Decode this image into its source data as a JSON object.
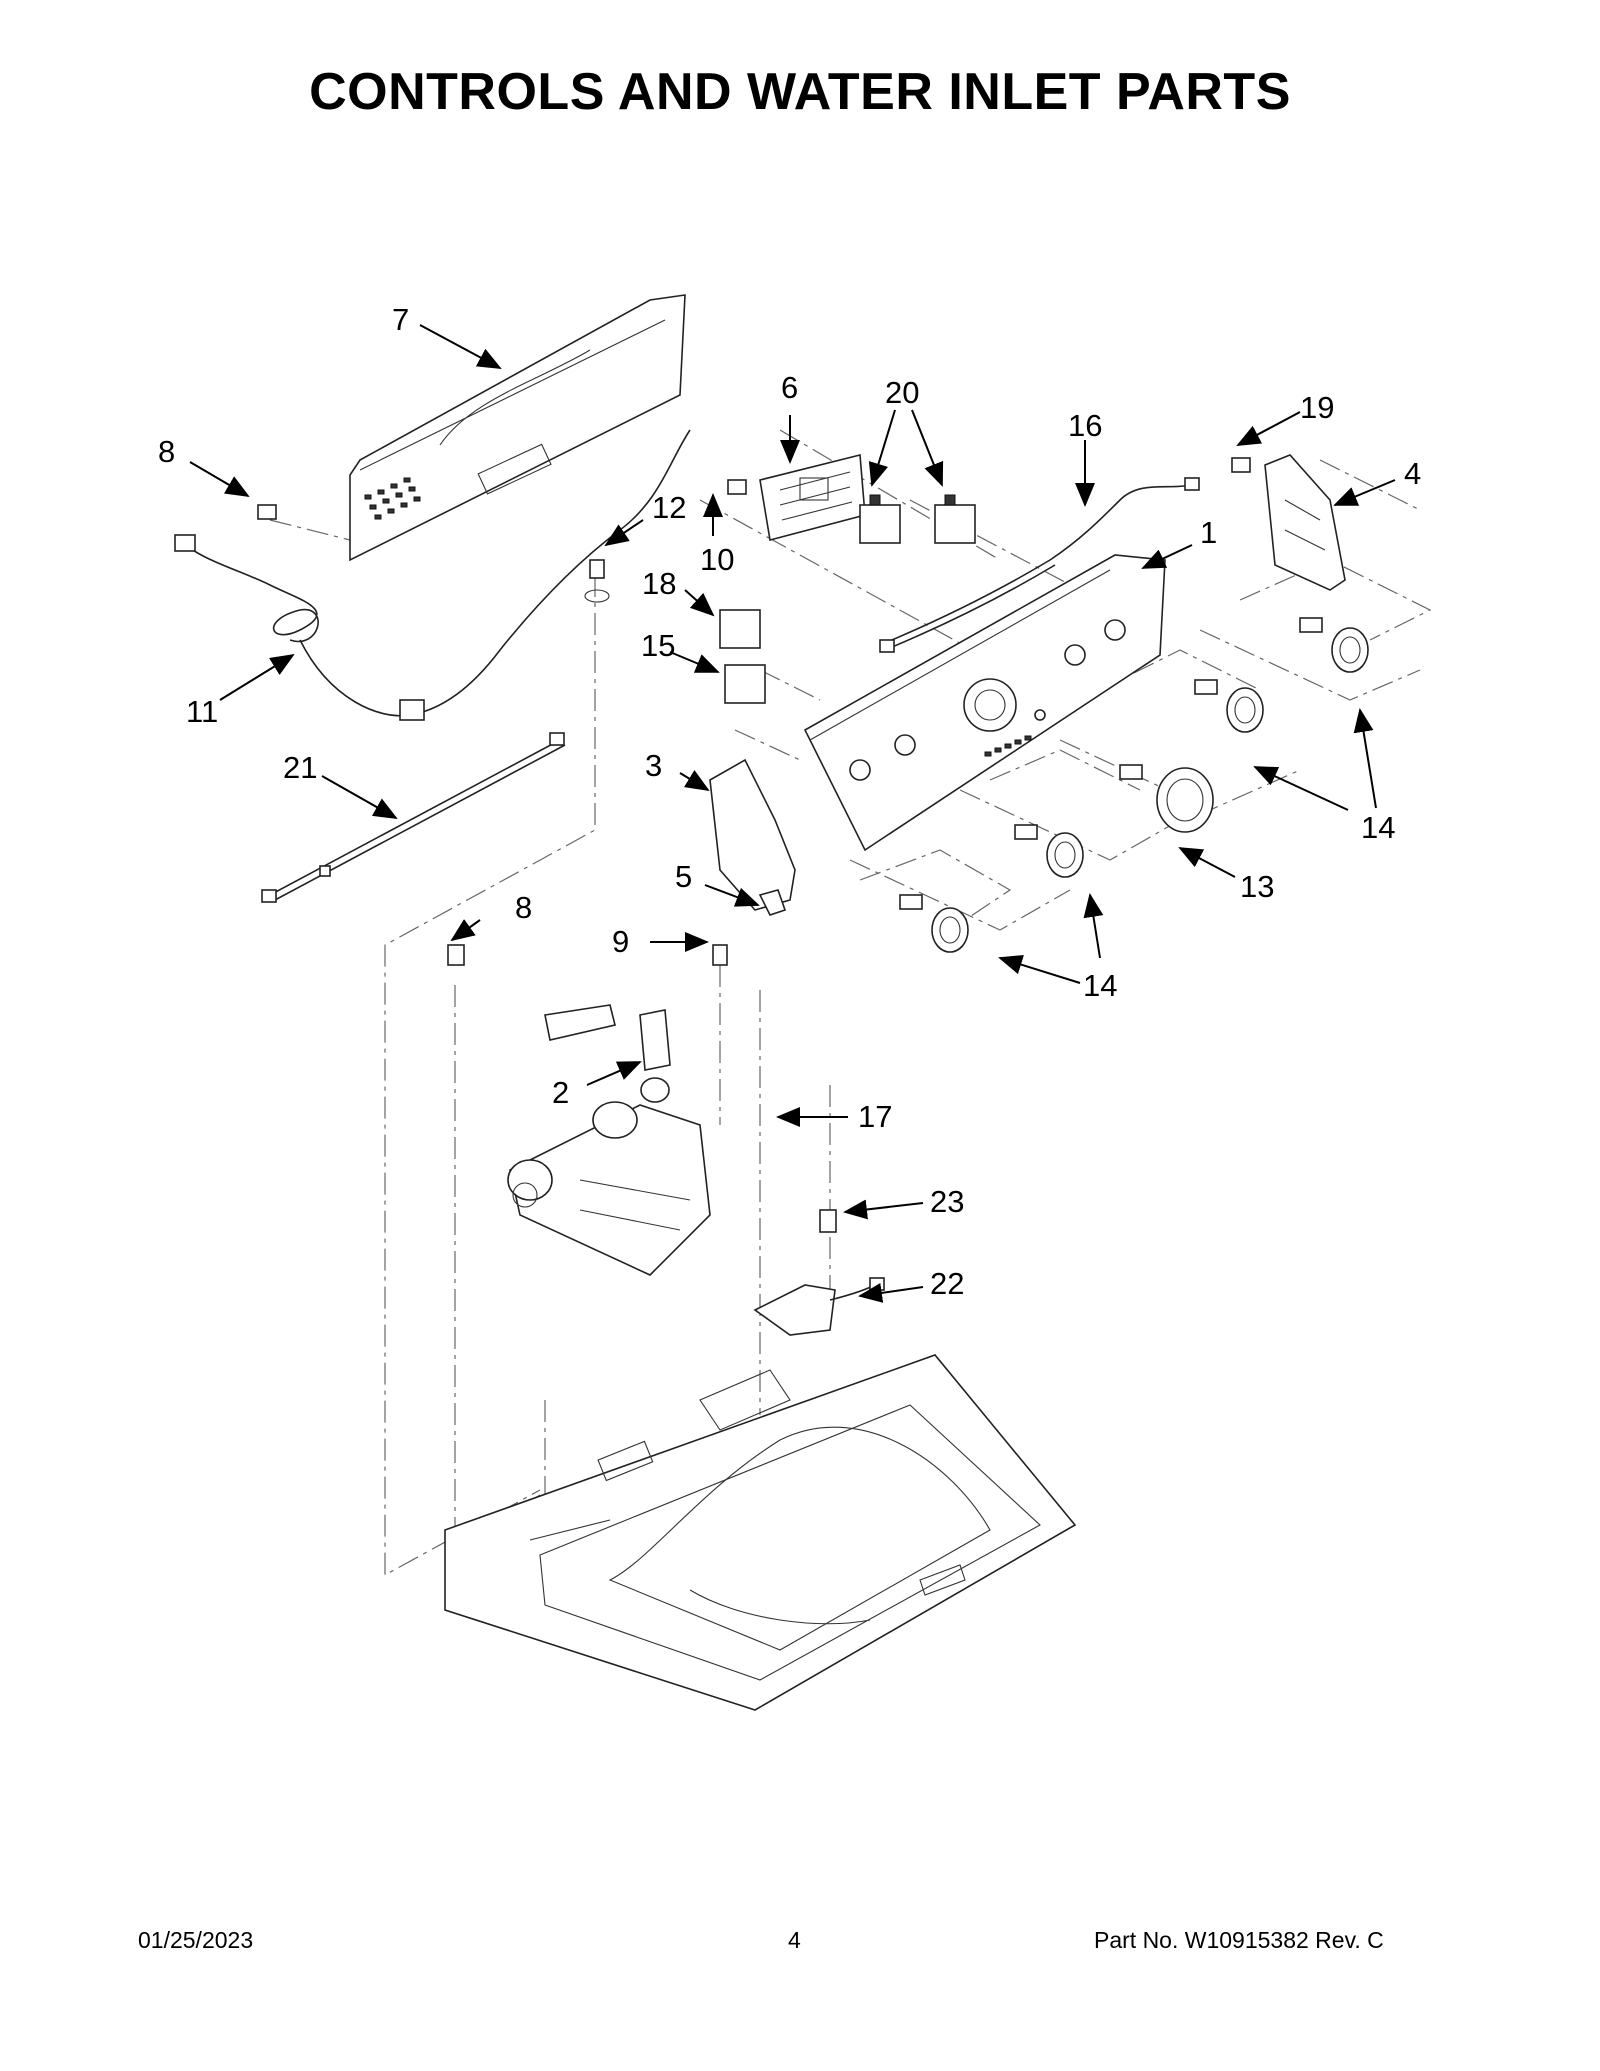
{
  "page": {
    "title": "CONTROLS AND WATER INLET PARTS",
    "footer_date": "01/25/2023",
    "footer_page": "4",
    "footer_part": "Part No.  W10915382  Rev.  C"
  },
  "callouts": {
    "c1": "1",
    "c2": "2",
    "c3": "3",
    "c4": "4",
    "c5": "5",
    "c6": "6",
    "c7": "7",
    "c8a": "8",
    "c8b": "8",
    "c9": "9",
    "c10": "10",
    "c11": "11",
    "c12": "12",
    "c13": "13",
    "c14a": "14",
    "c14b": "14",
    "c15": "15",
    "c16": "16",
    "c17": "17",
    "c18": "18",
    "c19": "19",
    "c20": "20",
    "c21": "21",
    "c22": "22",
    "c23": "23"
  }
}
